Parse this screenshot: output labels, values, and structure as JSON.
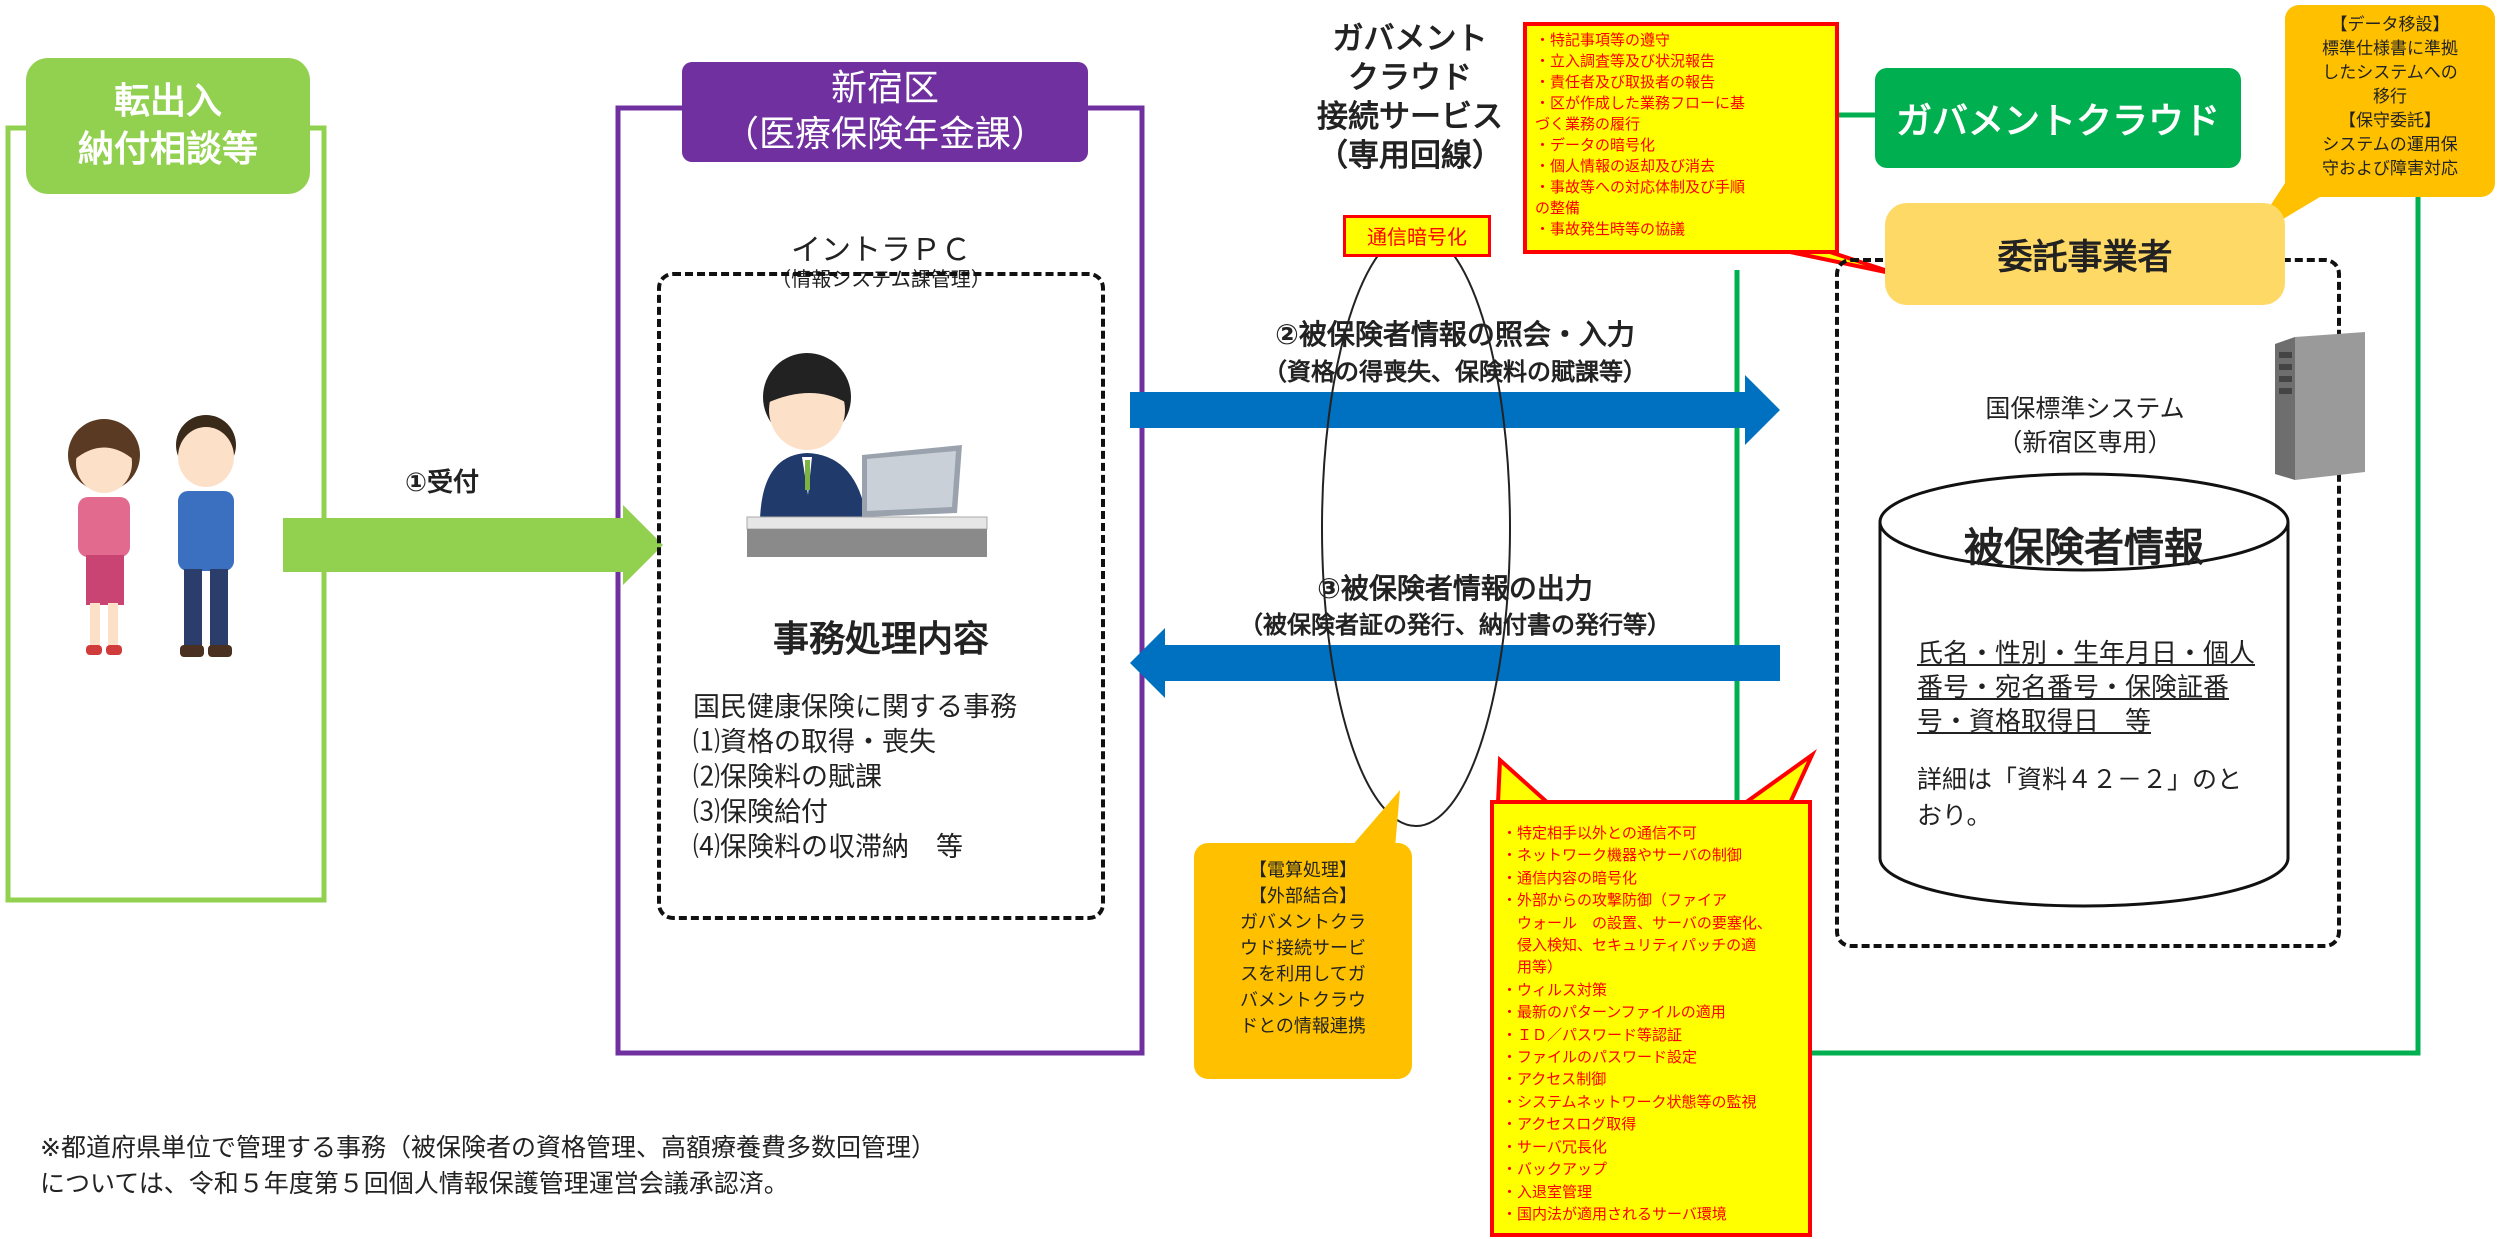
{
  "left_panel": {
    "title_line1": "転出入",
    "title_line2": "納付相談等"
  },
  "step1_label": "①受付",
  "shinjuku": {
    "title_line1": "新宿区",
    "title_line2": "（医療保険年金課）",
    "intra_pc": "イントラＰＣ",
    "intra_pc_sub": "（情報システム課管理）",
    "work_title": "事務処理内容",
    "work_items": [
      "国民健康保険に関する事務",
      "⑴資格の取得・喪失",
      "⑵保険料の賦課",
      "⑶保険給付",
      "⑷保険料の収滞納　等"
    ]
  },
  "govcloud_service": {
    "lines": [
      "ガバメント",
      "クラウド",
      "接続サービス",
      "（専用回線）"
    ]
  },
  "encryption_label": "通信暗号化",
  "step2": {
    "title": "②被保険者情報の照会・入力",
    "sub": "（資格の得喪失、保険料の賦課等）"
  },
  "step3": {
    "title": "③被保険者情報の出力",
    "sub": "（被保険者証の発行、納付書の発行等）"
  },
  "top_red_callout": [
    "・特記事項等の遵守",
    "・立入調査等及び状況報告",
    "・責任者及び取扱者の報告",
    "・区が作成した業務フローに基",
    "づく業務の履行",
    "・データの暗号化",
    "・個人情報の返却及び消去",
    "・事故等への対応体制及び手順",
    "の整備",
    "・事故発生時等の協議"
  ],
  "bottom_red_callout": [
    "・特定相手以外との通信不可",
    "・ネットワーク機器やサーバの制御",
    "・通信内容の暗号化",
    "・外部からの攻撃防御（ファイア",
    "　ウォール　の設置、サーバの要塞化、",
    "　侵入検知、セキュリティパッチの適",
    "　用等）",
    "・ウィルス対策",
    "・最新のパターンファイルの適用",
    "・ＩＤ／パスワード等認証",
    "・ファイルのパスワード設定",
    "・アクセス制御",
    "・システムネットワーク状態等の監視",
    "・アクセスログ取得",
    "・サーバ冗長化",
    "・バックアップ",
    "・入退室管理",
    "・国内法が適用されるサーバ環境"
  ],
  "bottom_orange_callout": [
    "【電算処理】",
    "【外部結合】",
    "ガバメントクラ",
    "ウド接続サービ",
    "スを利用してガ",
    "バメントクラウ",
    "ドとの情報連携"
  ],
  "top_orange_callout": [
    "【データ移設】",
    "標準仕様書に準拠",
    "したシステムへの",
    "移行",
    "【保守委託】",
    "システムの運用保",
    "守および障害対応"
  ],
  "gov_cloud_label": "ガバメントクラウド",
  "vendor_label": "委託事業者",
  "standard_system": {
    "line1": "国保標準システム",
    "line2": "（新宿区専用）"
  },
  "insured_info": {
    "title": "被保険者情報",
    "fields": [
      "氏名・性別・生年月日・個人",
      "番号・宛名番号・保険証番",
      "号・資格取得日　等"
    ],
    "detail": [
      "詳細は「資料４２－２」のと",
      "おり。"
    ]
  },
  "footnote": [
    "※都道府県単位で管理する事務（被保険者の資格管理、高額療養費多数回管理）",
    "については、令和５年度第５回個人情報保護管理運営会議承認済。"
  ],
  "colors": {
    "green_panel": "#92d050",
    "purple_panel": "#7030a0",
    "blue_arrow": "#0070c0",
    "gov_green": "#00b050",
    "vendor_yellow": "#ffd966",
    "callout_yellow": "#ffff00",
    "callout_red": "#ff0000",
    "callout_orange": "#ffc000"
  },
  "icons": [
    "persons-illustration",
    "office-worker-pc-illustration",
    "server-icon",
    "database-cylinder"
  ]
}
